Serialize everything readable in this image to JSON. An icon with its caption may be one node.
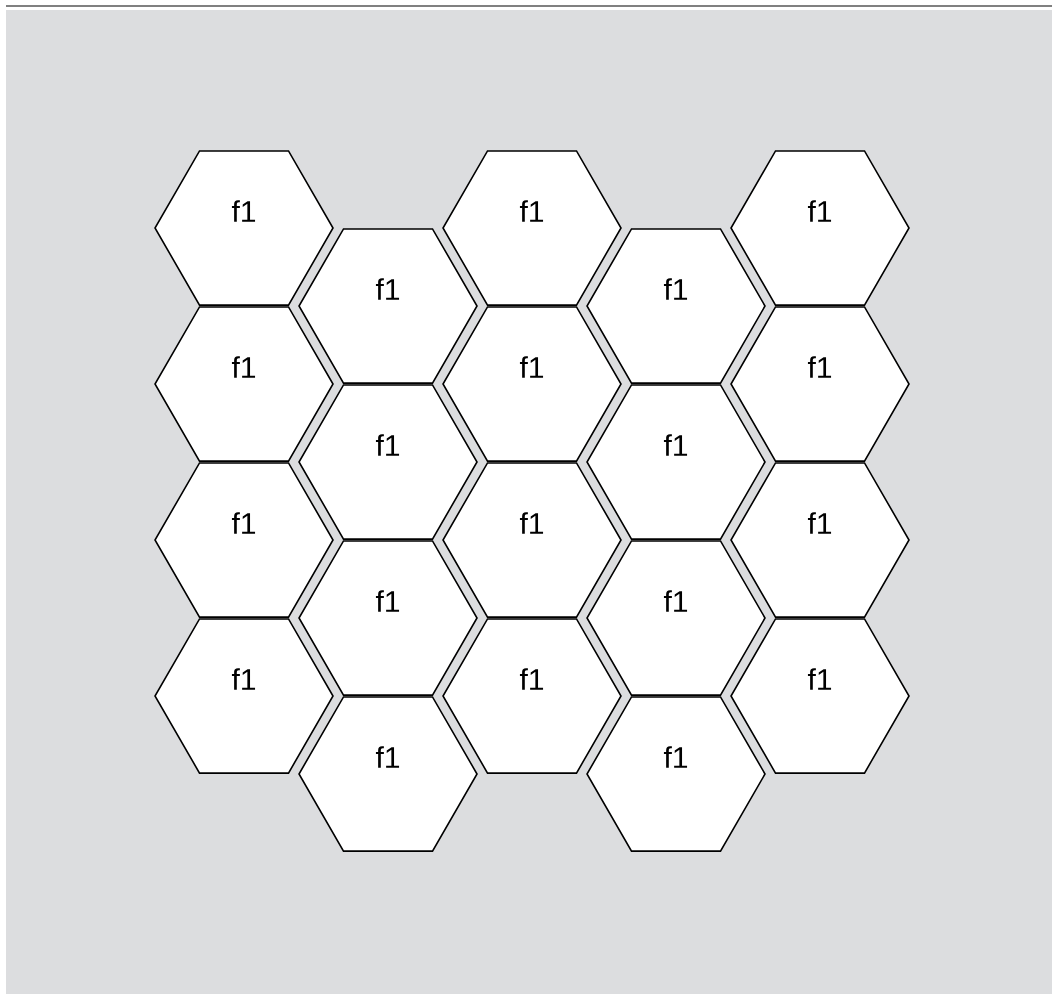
{
  "diagram": {
    "nodes": [
      {
        "text": [
          "f1"
        ]
      },
      {
        "text": [
          "f1"
        ]
      },
      {
        "text": [
          "f1"
        ]
      },
      {
        "text": [
          "f1"
        ]
      },
      {
        "text": [
          "f1"
        ]
      },
      {
        "text": [
          "f1"
        ]
      },
      {
        "text": [
          "f1"
        ]
      },
      {
        "text": [
          "f1"
        ]
      },
      {
        "text": [
          "f1"
        ]
      },
      {
        "text": [
          "f1"
        ]
      },
      {
        "text": [
          "f1"
        ]
      },
      {
        "text": [
          "f1"
        ]
      },
      {
        "text": [
          "f1"
        ]
      },
      {
        "text": [
          "f1"
        ]
      },
      {
        "text": [
          "f1"
        ]
      },
      {
        "text": [
          "f1"
        ]
      },
      {
        "text": [
          "f1"
        ]
      },
      {
        "text": [
          "f1"
        ]
      },
      {
        "text": [
          "f1"
        ]
      },
      {
        "text": [
          "f1"
        ]
      }
    ]
  }
}
